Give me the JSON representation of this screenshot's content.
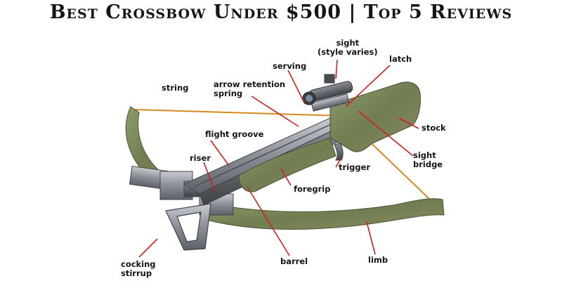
{
  "title": "Best Crossbow Under $500 | Top 5 Reviews",
  "colors": {
    "leader_line": "#d21f1f",
    "string": "#d88a1e",
    "camo": "#7d8f5c",
    "metal": "#8a8f96"
  },
  "labels": {
    "sight": "sight",
    "sight_style": "(style varies)",
    "latch": "latch",
    "serving": "serving",
    "arrow_retention_1": "arrow retention",
    "arrow_retention_2": "spring",
    "string": "string",
    "stock": "stock",
    "flight_groove": "flight groove",
    "sight_bridge_1": "sight",
    "sight_bridge_2": "bridge",
    "riser": "riser",
    "trigger": "trigger",
    "foregrip": "foregrip",
    "cocking_stirrup_1": "cocking",
    "cocking_stirrup_2": "stirrup",
    "barrel": "barrel",
    "limb": "limb"
  }
}
